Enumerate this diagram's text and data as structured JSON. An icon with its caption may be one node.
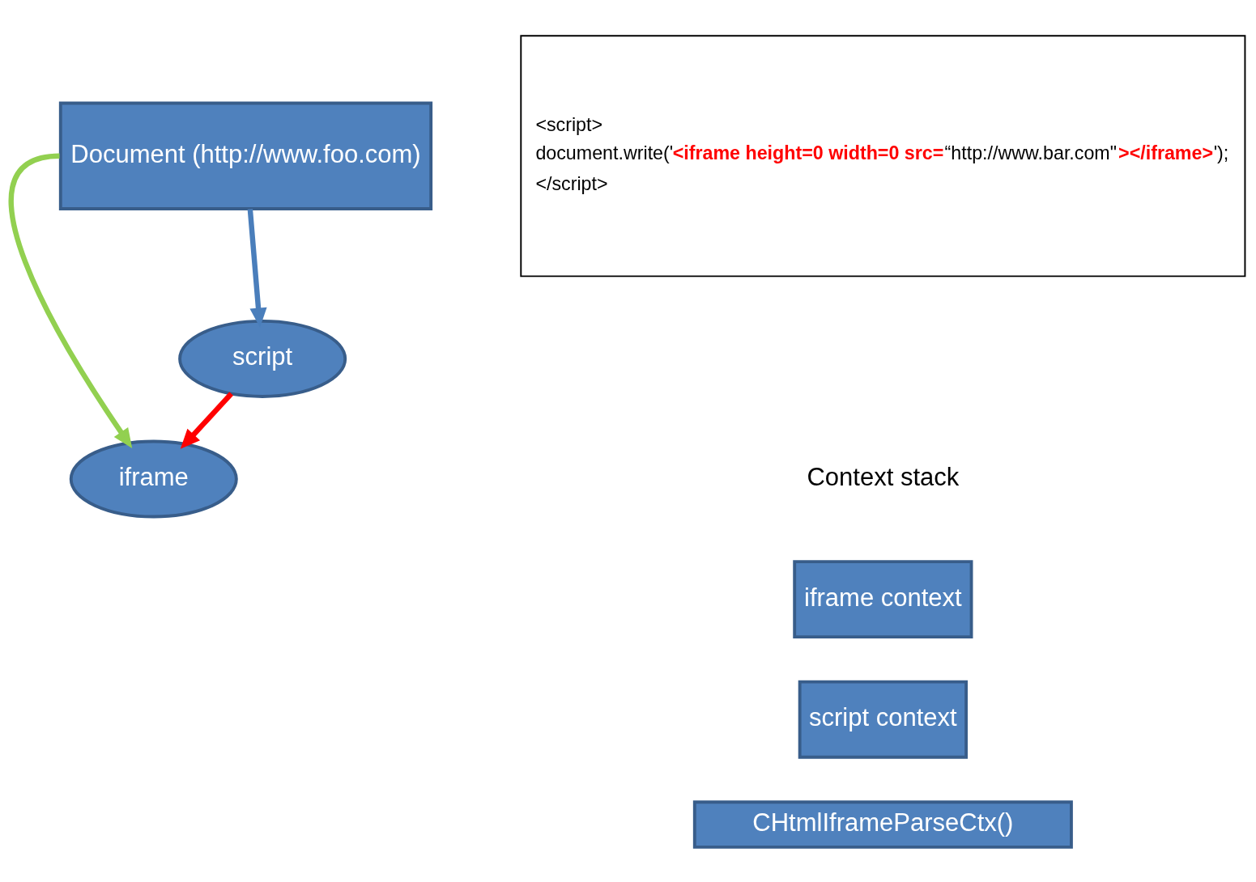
{
  "diagram": {
    "nodes": [
      {
        "text": [
          "Document (http://www.foo.com)"
        ]
      },
      {
        "text": [
          "script"
        ]
      },
      {
        "text": [
          "iframe"
        ]
      },
      {
        "text": [
          "<script>",
          "document.write('**<iframe height=0 width=0 src=**“http://www.bar.com\"**></iframe>**');",
          "</script>"
        ]
      },
      {
        "text": [
          "iframe context"
        ]
      },
      {
        "text": [
          "script context"
        ]
      },
      {
        "text": [
          "CHtmlIframeParseCtx()"
        ]
      }
    ],
    "edges": [
      {
        "from": 0,
        "to": 1,
        "arrow": "to",
        "color": "#4a7ebb"
      },
      {
        "from": 1,
        "to": 2,
        "arrow": "to",
        "color": "#ff0000"
      },
      {
        "from": 0,
        "to": 2,
        "arrow": "to",
        "color": "#92d050"
      }
    ],
    "labels": [
      "Context stack"
    ]
  }
}
